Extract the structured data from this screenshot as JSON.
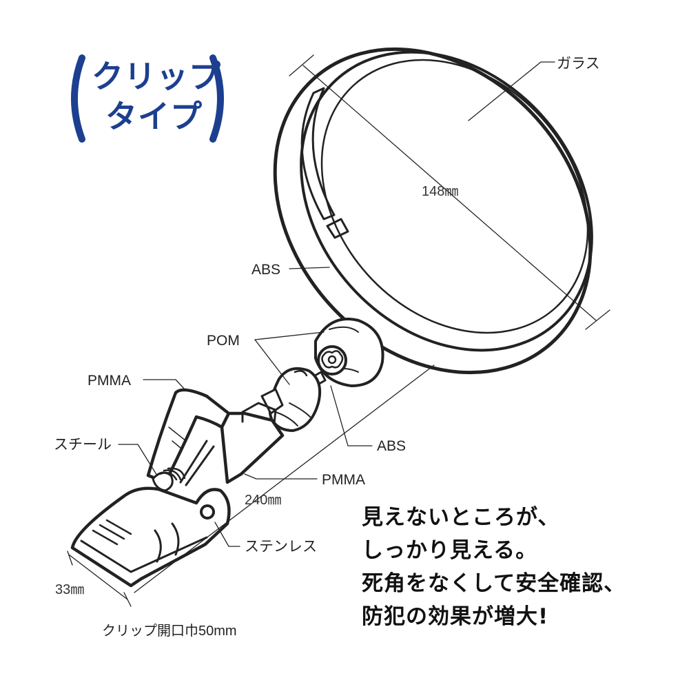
{
  "badge": {
    "line1": "クリップ",
    "line2": "タイプ",
    "color": "#1c3f8f"
  },
  "labels": {
    "glass": "ガラス",
    "diameter": "148㎜",
    "abs_back": "ABS",
    "pom": "POM",
    "pmma_clip": "PMMA",
    "steel": "スチール",
    "abs_joint": "ABS",
    "pmma_arm": "PMMA",
    "length": "240㎜",
    "stainless": "ステンレス",
    "width": "33㎜",
    "clip_opening": "クリップ開口巾50mm"
  },
  "tagline": [
    "見えないところが、",
    "しっかり見える。",
    "死角をなくして安全確認、",
    "防犯の効果が増大!"
  ]
}
